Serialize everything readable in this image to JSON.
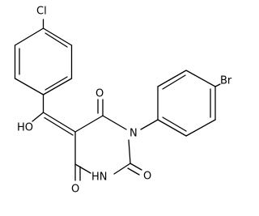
{
  "molecule": {
    "atoms": {
      "chlorine": "Cl",
      "bromine": "Br",
      "hydroxyl": "HO",
      "oxygen_c4": "O",
      "oxygen_c6": "O",
      "oxygen_c2": "O",
      "nitrogen_n1": "N",
      "nitrogen_n3": "HN"
    }
  },
  "colors": {
    "bond": "#000000",
    "label": "#000000",
    "background": "#ffffff"
  }
}
